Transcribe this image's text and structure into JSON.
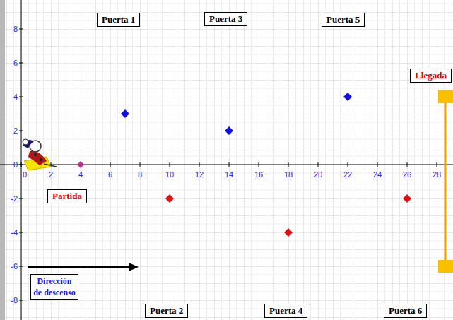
{
  "diagram": {
    "nodes": [
      {
        "text": [
          "Puerta 1"
        ]
      },
      {
        "text": [
          "Puerta 3"
        ]
      },
      {
        "text": [
          "Puerta 5"
        ]
      },
      {
        "text": [
          "Llegada"
        ]
      },
      {
        "text": [
          "Partida"
        ]
      },
      {
        "text": [
          "Dirección de descenso"
        ]
      },
      {
        "text": [
          "Puerta 2"
        ]
      },
      {
        "text": [
          "Puerta 4"
        ]
      },
      {
        "text": [
          "Puerta 6"
        ]
      }
    ],
    "labels": [
      "0",
      "2",
      "4",
      "6",
      "8",
      "10",
      "12",
      "14",
      "16",
      "18",
      "20",
      "22",
      "24",
      "26",
      "28",
      "8",
      "6",
      "4",
      "2",
      "0",
      "-2",
      "-4",
      "-6",
      "-8"
    ]
  }
}
